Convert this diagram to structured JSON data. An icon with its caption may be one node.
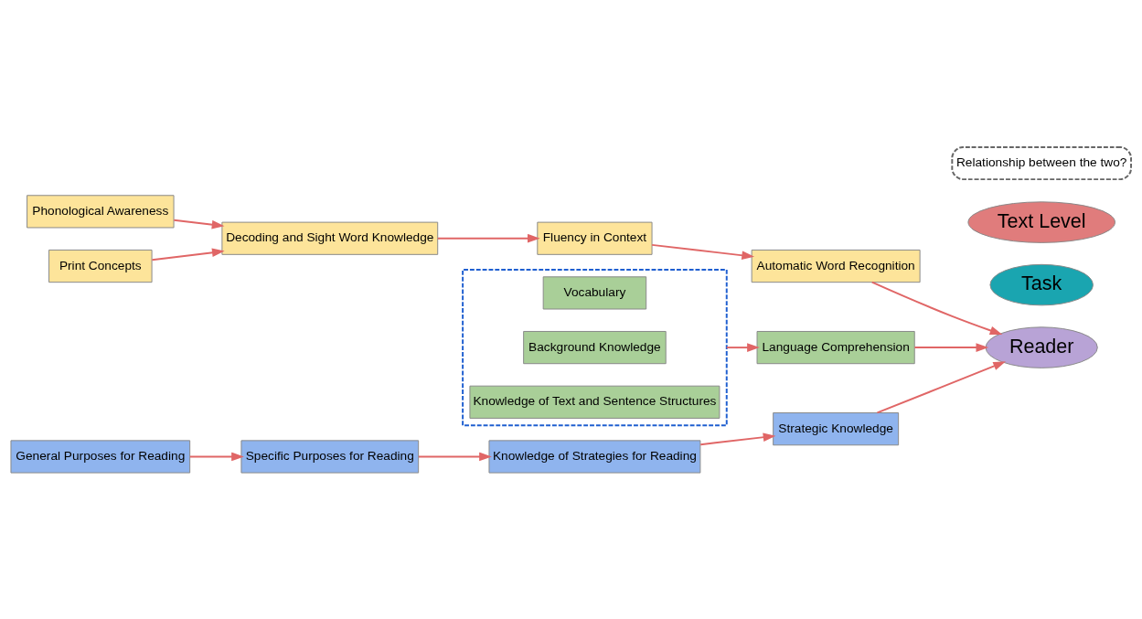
{
  "diagram": {
    "nodes": [
      {
        "text": [
          "Phonological Awareness"
        ]
      },
      {
        "text": [
          "Print Concepts"
        ]
      },
      {
        "text": [
          "Decoding and Sight Word Knowledge"
        ]
      },
      {
        "text": [
          "Fluency in Context"
        ]
      },
      {
        "text": [
          "Automatic Word Recognition"
        ]
      },
      {
        "text": [],
        "shape": "box"
      },
      {
        "text": [
          "Vocabulary"
        ],
        "in": 5
      },
      {
        "text": [
          "Background Knowledge"
        ],
        "in": 5
      },
      {
        "text": [
          "Knowledge of Text and Sentence Structures"
        ],
        "in": 5
      },
      {
        "text": [
          "Language Comprehension"
        ]
      },
      {
        "text": [
          "Strategic Knowledge"
        ]
      },
      {
        "text": [
          "General Purposes for Reading"
        ]
      },
      {
        "text": [
          "Specific Purposes for Reading"
        ]
      },
      {
        "text": [
          "Knowledge of Strategies for Reading"
        ]
      },
      {
        "text": [
          "Reader"
        ]
      },
      {
        "text": [
          "Text Level"
        ]
      },
      {
        "text": [
          "Task"
        ]
      },
      {
        "text": [
          "Relationship between the two?"
        ]
      }
    ],
    "edges": [
      {
        "from": 0,
        "to": 2,
        "arrow": "to"
      },
      {
        "from": 1,
        "to": 2,
        "arrow": "to"
      },
      {
        "from": 2,
        "to": 3,
        "arrow": "to"
      },
      {
        "from": 3,
        "to": 4,
        "arrow": "to"
      },
      {
        "from": 4,
        "to": 14,
        "arrow": "to"
      },
      {
        "from": 5,
        "to": 9,
        "arrow": "to"
      },
      {
        "from": 9,
        "to": 14,
        "arrow": "to"
      },
      {
        "from": 10,
        "to": 14,
        "arrow": "to"
      },
      {
        "from": 11,
        "to": 12,
        "arrow": "to"
      },
      {
        "from": 12,
        "to": 13,
        "arrow": "to"
      },
      {
        "from": 13,
        "to": 10,
        "arrow": "to"
      }
    ]
  }
}
